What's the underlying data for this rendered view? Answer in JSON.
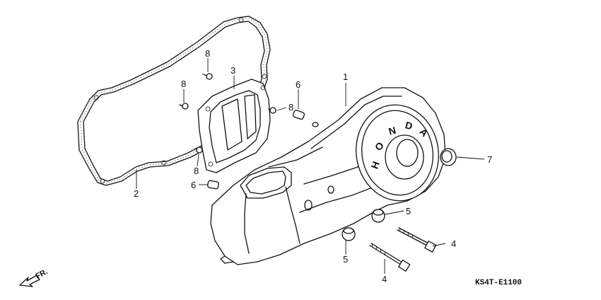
{
  "diagram": {
    "callouts": [
      {
        "id": "1",
        "text": "1"
      },
      {
        "id": "2",
        "text": "2"
      },
      {
        "id": "3",
        "text": "3"
      },
      {
        "id": "4a",
        "text": "4"
      },
      {
        "id": "4b",
        "text": "4"
      },
      {
        "id": "5a",
        "text": "5"
      },
      {
        "id": "5b",
        "text": "5"
      },
      {
        "id": "6a",
        "text": "6"
      },
      {
        "id": "6b",
        "text": "6"
      },
      {
        "id": "7",
        "text": "7"
      },
      {
        "id": "8a",
        "text": "8"
      },
      {
        "id": "8b",
        "text": "8"
      },
      {
        "id": "8c",
        "text": "8"
      },
      {
        "id": "8d",
        "text": "8"
      }
    ],
    "cover_brand": [
      "H",
      "O",
      "N",
      "D",
      "A"
    ],
    "direction_label": "FR.",
    "drawing_code": "KS4T-E1100"
  }
}
